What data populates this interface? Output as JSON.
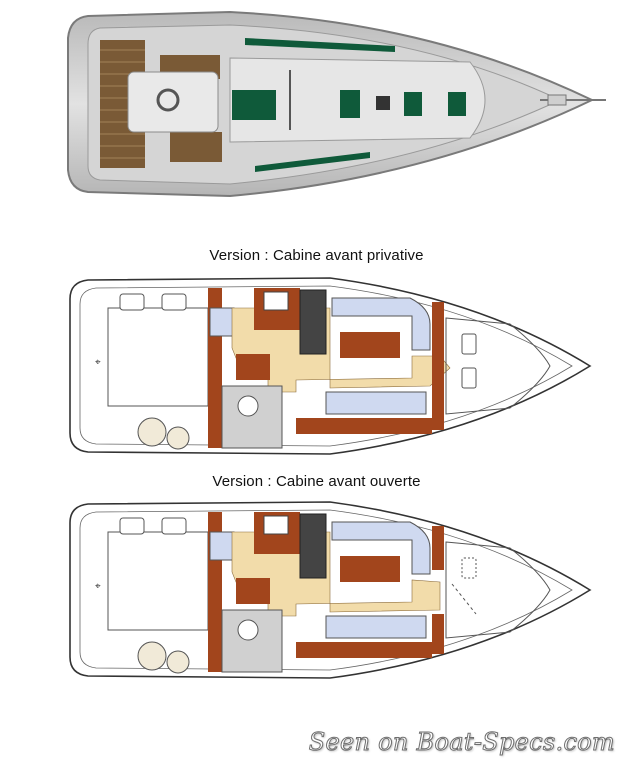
{
  "versions": [
    {
      "label": "Version : Cabine avant privative"
    },
    {
      "label": "Version : Cabine avant ouverte"
    }
  ],
  "watermark": "Seen on Boat-Specs.com",
  "colors": {
    "wood": "#a2451c",
    "floor": "#f2dcaa",
    "cushion": "#cfd9f0",
    "hull_outline": "#333333",
    "deck_teak": "#7a5a36",
    "deck_hatch": "#0f5a3a",
    "deck_grey": "#c9c9c9"
  }
}
